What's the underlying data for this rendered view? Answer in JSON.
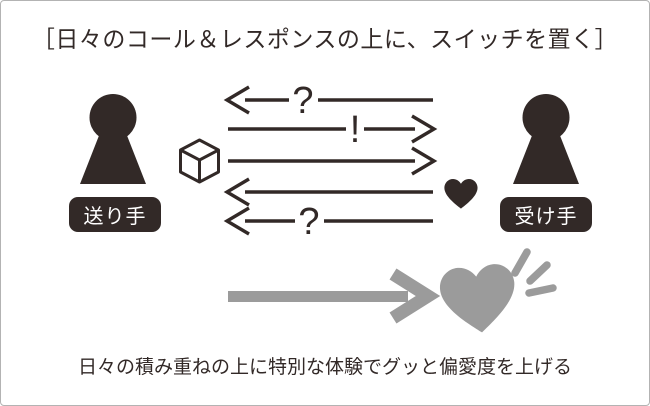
{
  "title": "［日々のコール＆レスポンスの上に、スイッチを置く］",
  "caption": "日々の積み重ねの上に特別な体験でグッと偏愛度を上げる",
  "sender": {
    "label": "送り手",
    "icon": "person-icon"
  },
  "receiver": {
    "label": "受け手",
    "icon": "person-icon"
  },
  "exchange": {
    "cube_icon": "cube-icon",
    "receiver_heart_icon": "heart-icon",
    "arrows": [
      {
        "direction": "left",
        "from": "receiver",
        "to": "sender",
        "label": "?"
      },
      {
        "direction": "right",
        "from": "sender",
        "to": "receiver",
        "label": "!"
      },
      {
        "direction": "right",
        "from": "sender",
        "to": "receiver",
        "label": ""
      },
      {
        "direction": "left",
        "from": "receiver",
        "to": "sender",
        "label": ""
      },
      {
        "direction": "left",
        "from": "receiver",
        "to": "sender",
        "label": "?"
      }
    ]
  },
  "summary": {
    "arrow_icon": "big-gray-arrow-icon",
    "heart_icon": "sparkling-heart-icon"
  },
  "colors": {
    "ink": "#322927",
    "gray": "#9b9b9b",
    "frame_border": "#b3b3b3",
    "background": "#ffffff",
    "label_text": "#ffffff"
  }
}
